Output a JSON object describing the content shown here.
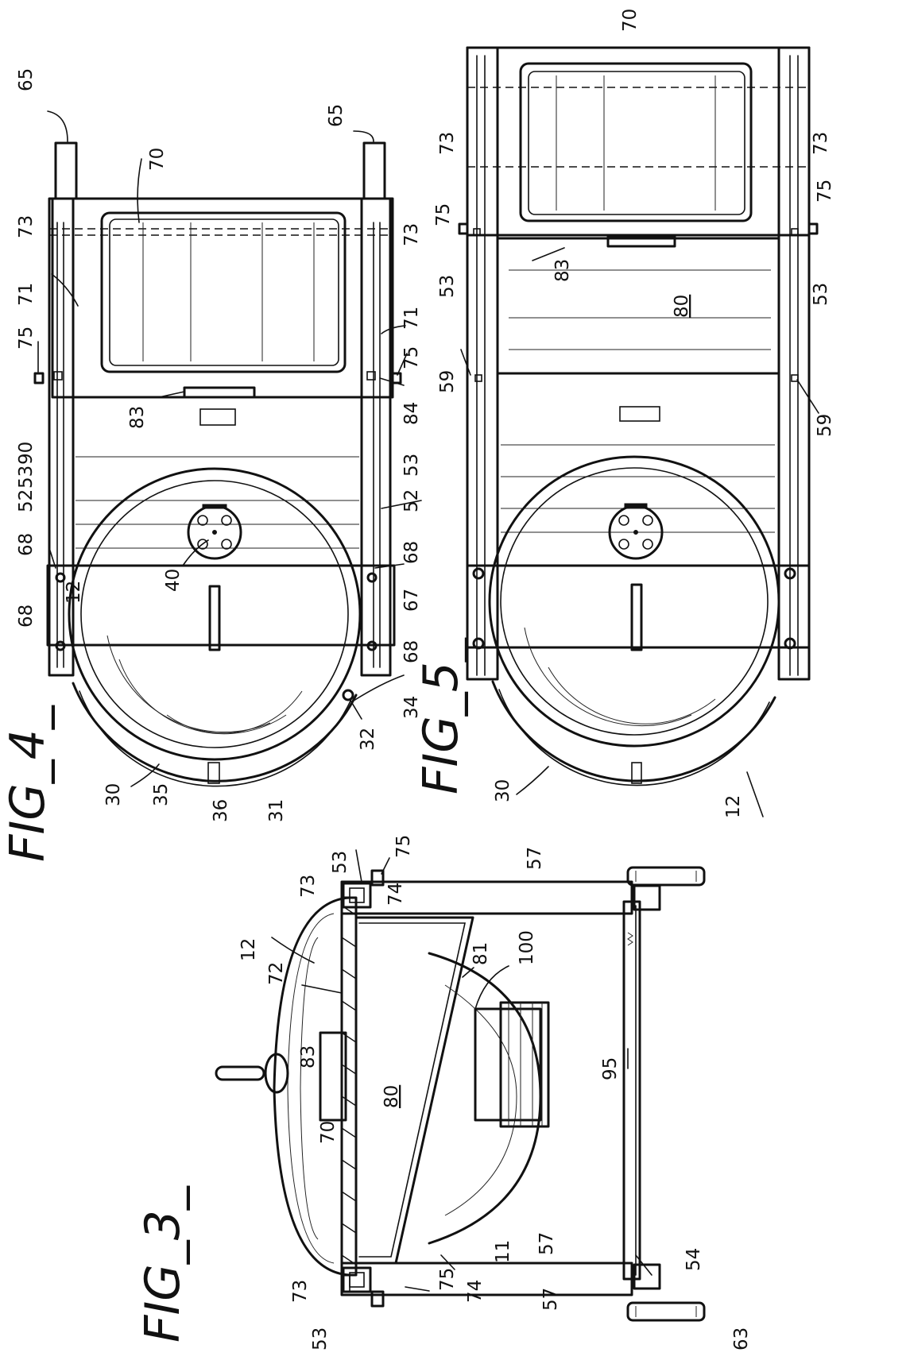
{
  "figures": [
    {
      "id": "fig4",
      "title": "FIG_4_"
    },
    {
      "id": "fig5",
      "title": "FIG_5_"
    },
    {
      "id": "fig3",
      "title": "FIG_3_"
    }
  ],
  "fig4_refs": [
    "65",
    "65",
    "70",
    "73",
    "73",
    "71",
    "71",
    "75",
    "75",
    "83",
    "84",
    "90",
    "53",
    "53",
    "52",
    "52",
    "68",
    "68",
    "68",
    "68",
    "12",
    "67",
    "40",
    "34",
    "32",
    "30",
    "35",
    "36",
    "31"
  ],
  "fig5_refs": [
    "70",
    "73",
    "73",
    "75",
    "75",
    "53",
    "53",
    "83",
    "80",
    "59",
    "59",
    "30",
    "12"
  ],
  "fig3_refs": [
    "53",
    "75",
    "74",
    "73",
    "57",
    "12",
    "72",
    "83",
    "81",
    "100",
    "80",
    "70",
    "95",
    "57",
    "11",
    "75",
    "73",
    "74",
    "57",
    "54",
    "53",
    "63"
  ]
}
